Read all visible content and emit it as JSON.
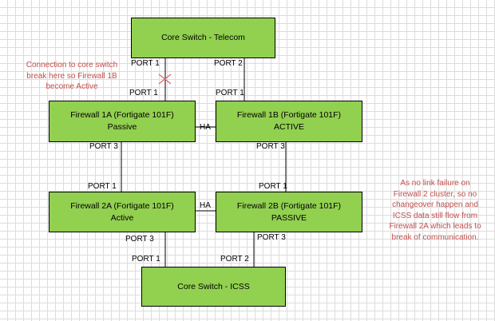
{
  "nodes": {
    "core_telecom": {
      "title": "Core Switch - Telecom"
    },
    "fw1a": {
      "title": "Firewall 1A (Fortigate 101F)",
      "status": "Passive"
    },
    "fw1b": {
      "title": "Firewall 1B (Fortigate 101F)",
      "status": "ACTIVE"
    },
    "fw2a": {
      "title": "Firewall 2A (Fortigate 101F)",
      "status": "Active"
    },
    "fw2b": {
      "title": "Firewall 2B (Fortigate 101F)",
      "status": "PASSIVE"
    },
    "core_icss": {
      "title": "Core Switch - ICSS"
    }
  },
  "ports": {
    "telecom_port1": "PORT 1",
    "telecom_port2": "PORT 2",
    "fw1a_up": "PORT 1",
    "fw1b_up": "PORT 1",
    "fw1a_down": "PORT 3",
    "fw1b_down": "PORT 3",
    "fw2a_up": "PORT 1",
    "fw2b_up": "PORT 1",
    "fw2a_down": "PORT 3",
    "fw2b_down": "PORT 3",
    "icss_port1": "PORT 1",
    "icss_port2": "PORT 2"
  },
  "ha_links": {
    "top": "HA",
    "bottom": "HA"
  },
  "annotations": {
    "break_note": [
      "Connection to core switch",
      "break here so Firewall 1B",
      "become Active"
    ],
    "right_note": [
      "As no link failure on",
      "Firewall 2 cluster, so no",
      "changeover happen and",
      "ICSS data still flow from",
      "Firewall 2A which leads to",
      "break of communication."
    ]
  },
  "colors": {
    "box_fill": "#92d050",
    "annotation": "#c0504d",
    "break_mark": "#e06666"
  }
}
